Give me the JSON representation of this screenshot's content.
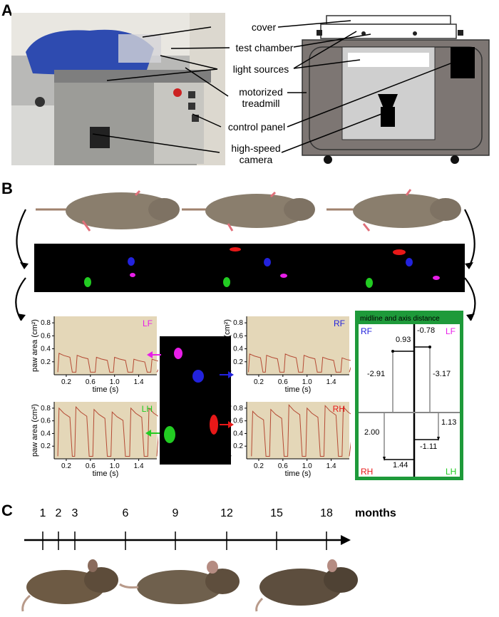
{
  "panels": {
    "a": "A",
    "b": "B",
    "c": "C"
  },
  "panel_a": {
    "callouts": [
      "cover",
      "test chamber",
      "light sources",
      "motorized",
      "treadmill",
      "control panel",
      "high-speed",
      "camera"
    ]
  },
  "panel_b": {
    "charts": [
      {
        "id": "LF",
        "label": "LF",
        "label_color": "#e81ee8",
        "ylabel": "paw area (cm²)",
        "xlabel": "time (s)",
        "yticks": [
          "0.2",
          "0.4",
          "0.6",
          "0.8"
        ],
        "xticks": [
          "0.2",
          "0.6",
          "1.0",
          "1.4"
        ],
        "ylim": [
          0,
          0.9
        ],
        "xlim": [
          0,
          1.7
        ],
        "peaks": [
          {
            "x": 0.08,
            "y": 0.33
          },
          {
            "x": 0.38,
            "y": 0.3
          },
          {
            "x": 0.7,
            "y": 0.27
          },
          {
            "x": 1.0,
            "y": 0.27
          },
          {
            "x": 1.32,
            "y": 0.24
          },
          {
            "x": 1.62,
            "y": 0.24
          }
        ]
      },
      {
        "id": "RF",
        "label": "RF",
        "label_color": "#2222dd",
        "ylabel": "paw area (cm²)",
        "xlabel": "time (s)",
        "yticks": [
          "0.2",
          "0.4",
          "0.6",
          "0.8"
        ],
        "xticks": [
          "0.2",
          "0.6",
          "1.0",
          "1.4"
        ],
        "ylim": [
          0,
          0.9
        ],
        "xlim": [
          0,
          1.7
        ],
        "peaks": [
          {
            "x": 0.05,
            "y": 0.32
          },
          {
            "x": 0.33,
            "y": 0.3
          },
          {
            "x": 0.64,
            "y": 0.32
          },
          {
            "x": 0.95,
            "y": 0.3
          },
          {
            "x": 1.26,
            "y": 0.27
          },
          {
            "x": 1.58,
            "y": 0.26
          }
        ]
      },
      {
        "id": "LH",
        "label": "LH",
        "label_color": "#22cc22",
        "ylabel": "paw area (cm²)",
        "xlabel": "time (s)",
        "yticks": [
          "0.2",
          "0.4",
          "0.6",
          "0.8"
        ],
        "xticks": [
          "0.2",
          "0.6",
          "1.0",
          "1.4"
        ],
        "ylim": [
          0,
          0.9
        ],
        "xlim": [
          0,
          1.7
        ],
        "peaks": [
          {
            "x": 0.08,
            "y": 0.8
          },
          {
            "x": 0.36,
            "y": 0.82
          },
          {
            "x": 0.66,
            "y": 0.78
          },
          {
            "x": 0.96,
            "y": 0.74
          },
          {
            "x": 1.27,
            "y": 0.8
          },
          {
            "x": 1.57,
            "y": 0.8
          }
        ]
      },
      {
        "id": "RH",
        "label": "RH",
        "label_color": "#e81818",
        "ylabel": "paw area (cm²)",
        "xlabel": "time (s)",
        "yticks": [
          "0.2",
          "0.4",
          "0.6",
          "0.8"
        ],
        "xticks": [
          "0.2",
          "0.6",
          "1.0",
          "1.4"
        ],
        "ylim": [
          0,
          0.9
        ],
        "xlim": [
          0,
          1.7
        ],
        "peaks": [
          {
            "x": 0.1,
            "y": 0.75
          },
          {
            "x": 0.4,
            "y": 0.78
          },
          {
            "x": 0.7,
            "y": 0.85
          },
          {
            "x": 1.0,
            "y": 0.8
          },
          {
            "x": 1.3,
            "y": 0.84
          },
          {
            "x": 1.6,
            "y": 0.82
          }
        ]
      }
    ],
    "midline_box": {
      "title": "midline and axis distance",
      "corner_rf": "RF",
      "corner_lf": "LF",
      "corner_rh": "RH",
      "corner_lh": "LH",
      "values": {
        "v1": "0.93",
        "v2": "-0.78",
        "v3": "-2.91",
        "v4": "-3.17",
        "v5": "2.00",
        "v6": "1.13",
        "v7": "-1.11",
        "v8": "1.44"
      }
    }
  },
  "panel_c": {
    "unit": "months",
    "ticks": [
      "1",
      "2",
      "3",
      "6",
      "9",
      "12",
      "15",
      "18"
    ]
  },
  "colors": {
    "lf": "#e81ee8",
    "rf": "#2222dd",
    "lh": "#22cc22",
    "rh": "#e81818",
    "frame": "#1e9a3a",
    "chart_bg": "#e4d7b8"
  }
}
